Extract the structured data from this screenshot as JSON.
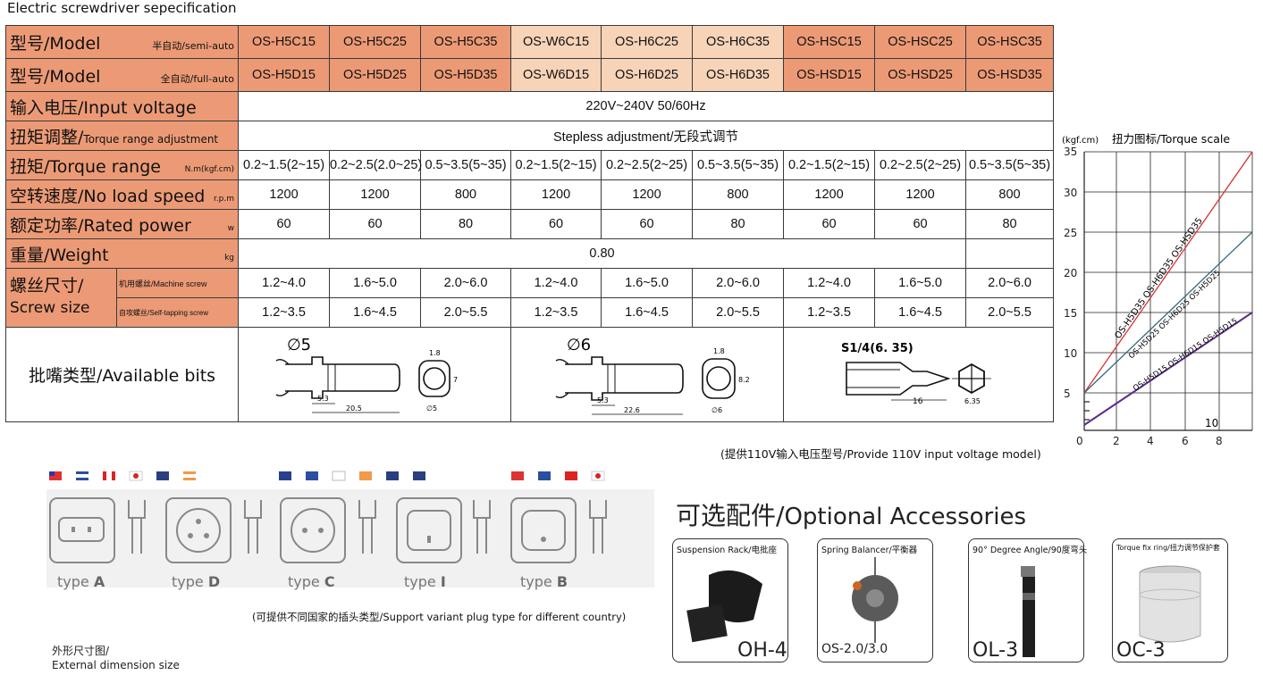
{
  "doc_title": "Electric screwdriver sepecification",
  "table": {
    "row_model_semi": {
      "cn": "型号/",
      "en": "Model",
      "sub": "半自动/semi-auto",
      "cells": [
        "OS-H5C15",
        "OS-H5C25",
        "OS-H5C35",
        "OS-W6C15",
        "OS-H6C25",
        "OS-H6C35",
        "OS-HSC15",
        "OS-HSC25",
        "OS-HSC35"
      ]
    },
    "row_model_full": {
      "cn": "型号/",
      "en": "Model",
      "sub": "全自动/full-auto",
      "cells": [
        "OS-H5D15",
        "OS-H5D25",
        "OS-H5D35",
        "OS-W6D15",
        "OS-H6D25",
        "OS-H6D35",
        "OS-HSD15",
        "OS-HSD25",
        "OS-HSD35"
      ]
    },
    "row_voltage": {
      "cn": "输入电压/",
      "en": "Input voltage",
      "value": "220V~240V 50/60Hz"
    },
    "row_torque_adj": {
      "cn": "扭矩调整/",
      "en": "Torque range adjustment",
      "value": "Stepless adjustment/无段式调节"
    },
    "row_torque": {
      "cn": "扭矩/",
      "en": "Torque range",
      "unit": "N.m(kgf.cm)",
      "cells": [
        "0.2~1.5(2~15)",
        "0.2~2.5(2.0~25)",
        "0.5~3.5(5~35)",
        "0.2~1.5(2~15)",
        "0.2~2.5(2~25)",
        "0.5~3.5(5~35)",
        "0.2~1.5(2~15)",
        "0.2~2.5(2~25)",
        "0.5~3.5(5~35)"
      ]
    },
    "row_speed": {
      "cn": "空转速度/",
      "en": "No load speed",
      "unit": "r.p.m",
      "cells": [
        "1200",
        "1200",
        "800",
        "1200",
        "1200",
        "800",
        "1200",
        "1200",
        "800"
      ]
    },
    "row_power": {
      "cn": "额定功率/",
      "en": "Rated power",
      "unit": "w",
      "cells": [
        "60",
        "60",
        "80",
        "60",
        "60",
        "80",
        "60",
        "60",
        "80"
      ]
    },
    "row_weight": {
      "cn": "重量/",
      "en": "Weight",
      "unit": "kg",
      "value": "0.80"
    },
    "row_screw": {
      "cn": "螺丝尺寸/",
      "en": "Screw size",
      "machine_label": "机用螺丝/Machine screw",
      "self_label": "自攻螺丝/Self-tapping screw",
      "machine": [
        "1.2~4.0",
        "1.6~5.0",
        "2.0~6.0",
        "1.2~4.0",
        "1.6~5.0",
        "2.0~6.0",
        "1.2~4.0",
        "1.6~5.0",
        "2.0~6.0"
      ],
      "self": [
        "1.2~3.5",
        "1.6~4.5",
        "2.0~5.5",
        "1.2~3.5",
        "1.6~4.5",
        "2.0~5.5",
        "1.2~3.5",
        "1.6~4.5",
        "2.0~5.5"
      ]
    },
    "row_bits": {
      "cn": "批嘴类型/",
      "en": "Available bits",
      "bit1": {
        "diameter": "∅5",
        "dim_a": "5.3",
        "dim_b": "20.5",
        "dim_c": "1.8",
        "dim_d": "7",
        "dim_e": "∅5"
      },
      "bit2": {
        "diameter": "∅6",
        "dim_a": "5.3",
        "dim_b": "22.6",
        "dim_c": "1.8",
        "dim_d": "8.2",
        "dim_e": "∅6"
      },
      "bit3": {
        "label": "S1/4(6. 35)",
        "dim_a": "16",
        "dim_b": "6.35"
      }
    }
  },
  "torque_scale": {
    "unit": "(kgf.cm)",
    "title": "扭力图标/Torque scale",
    "y_ticks": [
      "35",
      "30",
      "25",
      "20",
      "15",
      "10",
      "5"
    ],
    "x_ticks": [
      "0",
      "2",
      "4",
      "6",
      "8"
    ],
    "inner_label": "10",
    "lines": [
      {
        "label": "OS-H5D35 OS-H6D35 OS-HSD35",
        "color": "#d9322f"
      },
      {
        "label": "OS-H5D25 OS-H6D25 OS-H5D25",
        "color": "#2e6b78"
      },
      {
        "label": "OS-H5D15 OS-H6D15 OS-H5D15",
        "color": "#5b2d8c"
      }
    ]
  },
  "note_110v": "(提供110V输入电压型号/Provide 110V input voltage model)",
  "plugs": {
    "types": [
      {
        "prefix": "type ",
        "letter": "A"
      },
      {
        "prefix": "type ",
        "letter": "D"
      },
      {
        "prefix": "type ",
        "letter": "C"
      },
      {
        "prefix": "type ",
        "letter": "I"
      },
      {
        "prefix": "type ",
        "letter": "B"
      }
    ],
    "note": "(可提供不同国家的插头类型/Support variant plug type for different country)"
  },
  "external": {
    "cn": "外形尺寸图/",
    "en": "External dimension size"
  },
  "accessories": {
    "title_cn": "可选配件/",
    "title_en": "Optional Accessories",
    "items": [
      {
        "caption": "Suspension Rack/电批座",
        "code": "OH-4"
      },
      {
        "caption": "Spring Balancer/平衡器",
        "code": "OS-2.0/3.0"
      },
      {
        "caption": "90° Degree Angle/90度弯头",
        "code": "OL-3"
      },
      {
        "caption": "Torque fix ring/扭力调节保护套",
        "code": "OC-3"
      }
    ]
  }
}
